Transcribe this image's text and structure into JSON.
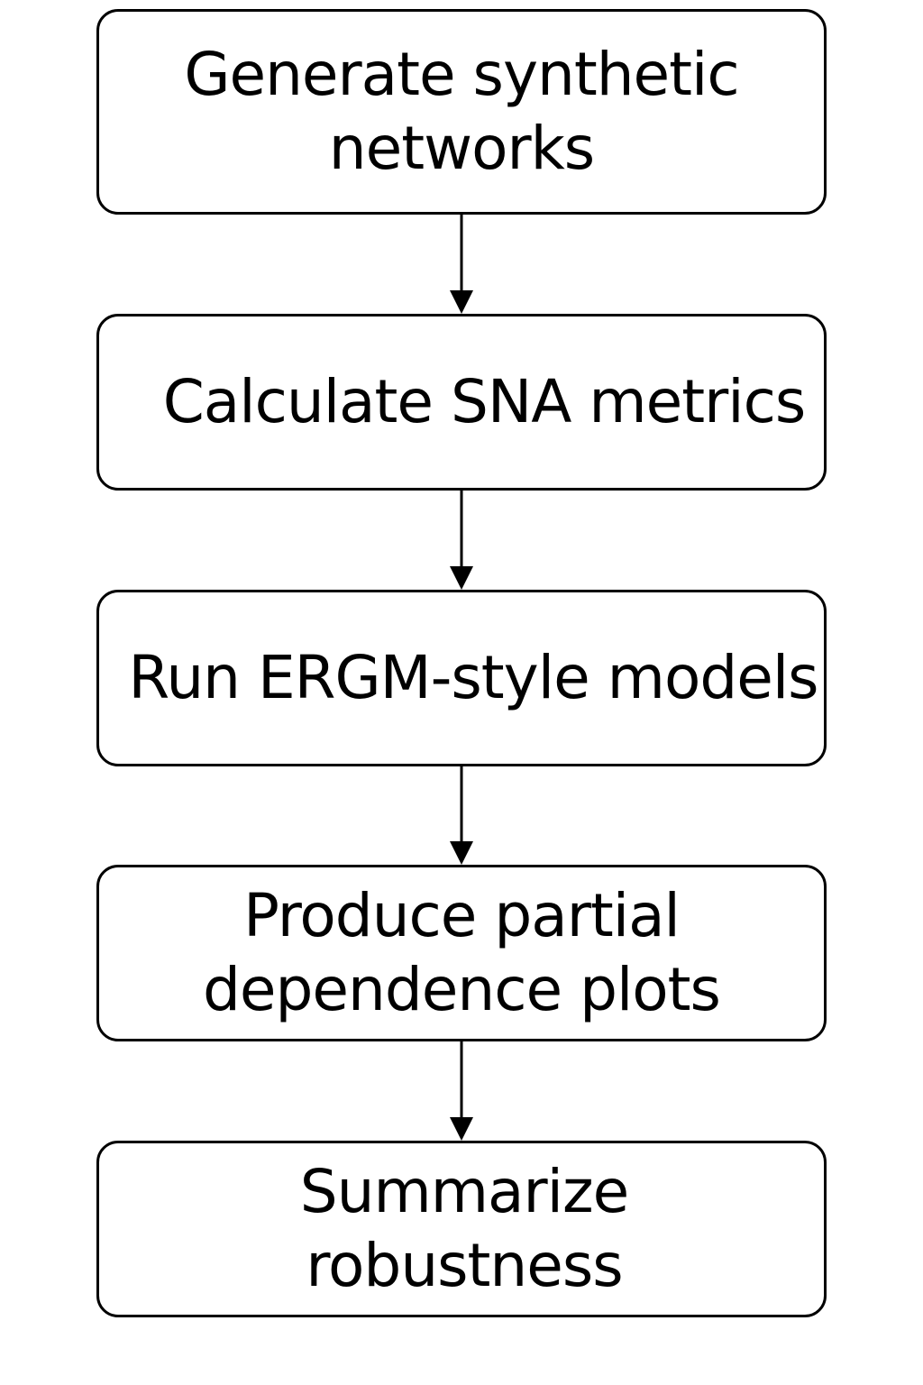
{
  "steps": [
    {
      "label": "Generate synthetic\nnetworks"
    },
    {
      "label": "Calculate SNA metrics"
    },
    {
      "label": "Run ERGM-style models"
    },
    {
      "label": "Produce partial\ndependence plots"
    },
    {
      "label": "Summarize\nrobustness"
    }
  ],
  "edges": [
    {
      "from": 1,
      "to": 2
    },
    {
      "from": 2,
      "to": 3
    },
    {
      "from": 3,
      "to": 4
    },
    {
      "from": 4,
      "to": 5
    }
  ],
  "colors": {
    "stroke": "#000000",
    "background": "#ffffff"
  }
}
